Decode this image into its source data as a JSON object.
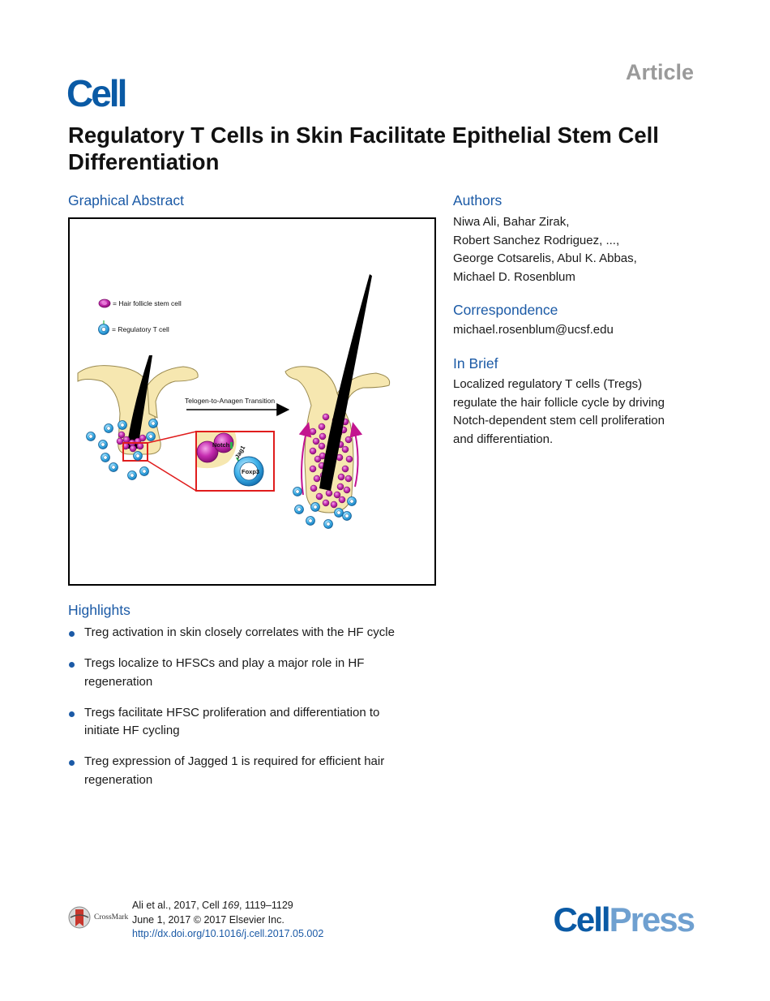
{
  "header": {
    "article_label": "Article",
    "journal_logo": "Cell",
    "title": "Regulatory T Cells in Skin Facilitate Epithelial Stem Cell Differentiation"
  },
  "graphical_abstract": {
    "heading": "Graphical Abstract",
    "legend_stem_cell": "= Hair follicle stem cell",
    "legend_treg": "= Regulatory T cell",
    "transition_label": "Telogen-to-Anagen Transition",
    "notch_label": "Notch",
    "jag_label": "Jag1",
    "foxp3_label": "Foxp3"
  },
  "authors": {
    "heading": "Authors",
    "lines": [
      "Niwa Ali, Bahar Zirak,",
      "Robert Sanchez Rodriguez, ...,",
      "George Cotsarelis, Abul K. Abbas,",
      "Michael D. Rosenblum"
    ]
  },
  "correspondence": {
    "heading": "Correspondence",
    "email": "michael.rosenblum@ucsf.edu"
  },
  "in_brief": {
    "heading": "In Brief",
    "lines": [
      "Localized regulatory T cells (Tregs)",
      "regulate the hair follicle cycle by driving",
      "Notch-dependent stem cell proliferation",
      "and differentiation."
    ]
  },
  "highlights": {
    "heading": "Highlights",
    "items": [
      [
        "Treg activation in skin closely correlates with the HF cycle"
      ],
      [
        "Tregs localize to HFSCs and play a major role in HF",
        "regeneration"
      ],
      [
        "Tregs facilitate HFSC proliferation and differentiation to",
        "initiate HF cycling"
      ],
      [
        "Treg expression of Jagged 1 is required for efficient hair",
        "regeneration"
      ]
    ]
  },
  "footer": {
    "citation_prefix": "Ali et al., 2017, Cell ",
    "citation_volume": "169",
    "citation_pages": ", 1119–1129",
    "date_line": "June 1, 2017 © 2017 Elsevier Inc.",
    "doi": "http://dx.doi.org/10.1016/j.cell.2017.05.002",
    "crossmark": "CrossMark",
    "publisher_cell": "Cell",
    "publisher_press": "Press"
  },
  "colors": {
    "brand_blue": "#0a5aa5",
    "section_blue": "#1b5aa6",
    "follicle_beige": "#f6e7b0",
    "stem_magenta": "#b01e9a",
    "treg_blue": "#2aa3df",
    "callout_red": "#e01d1d"
  }
}
